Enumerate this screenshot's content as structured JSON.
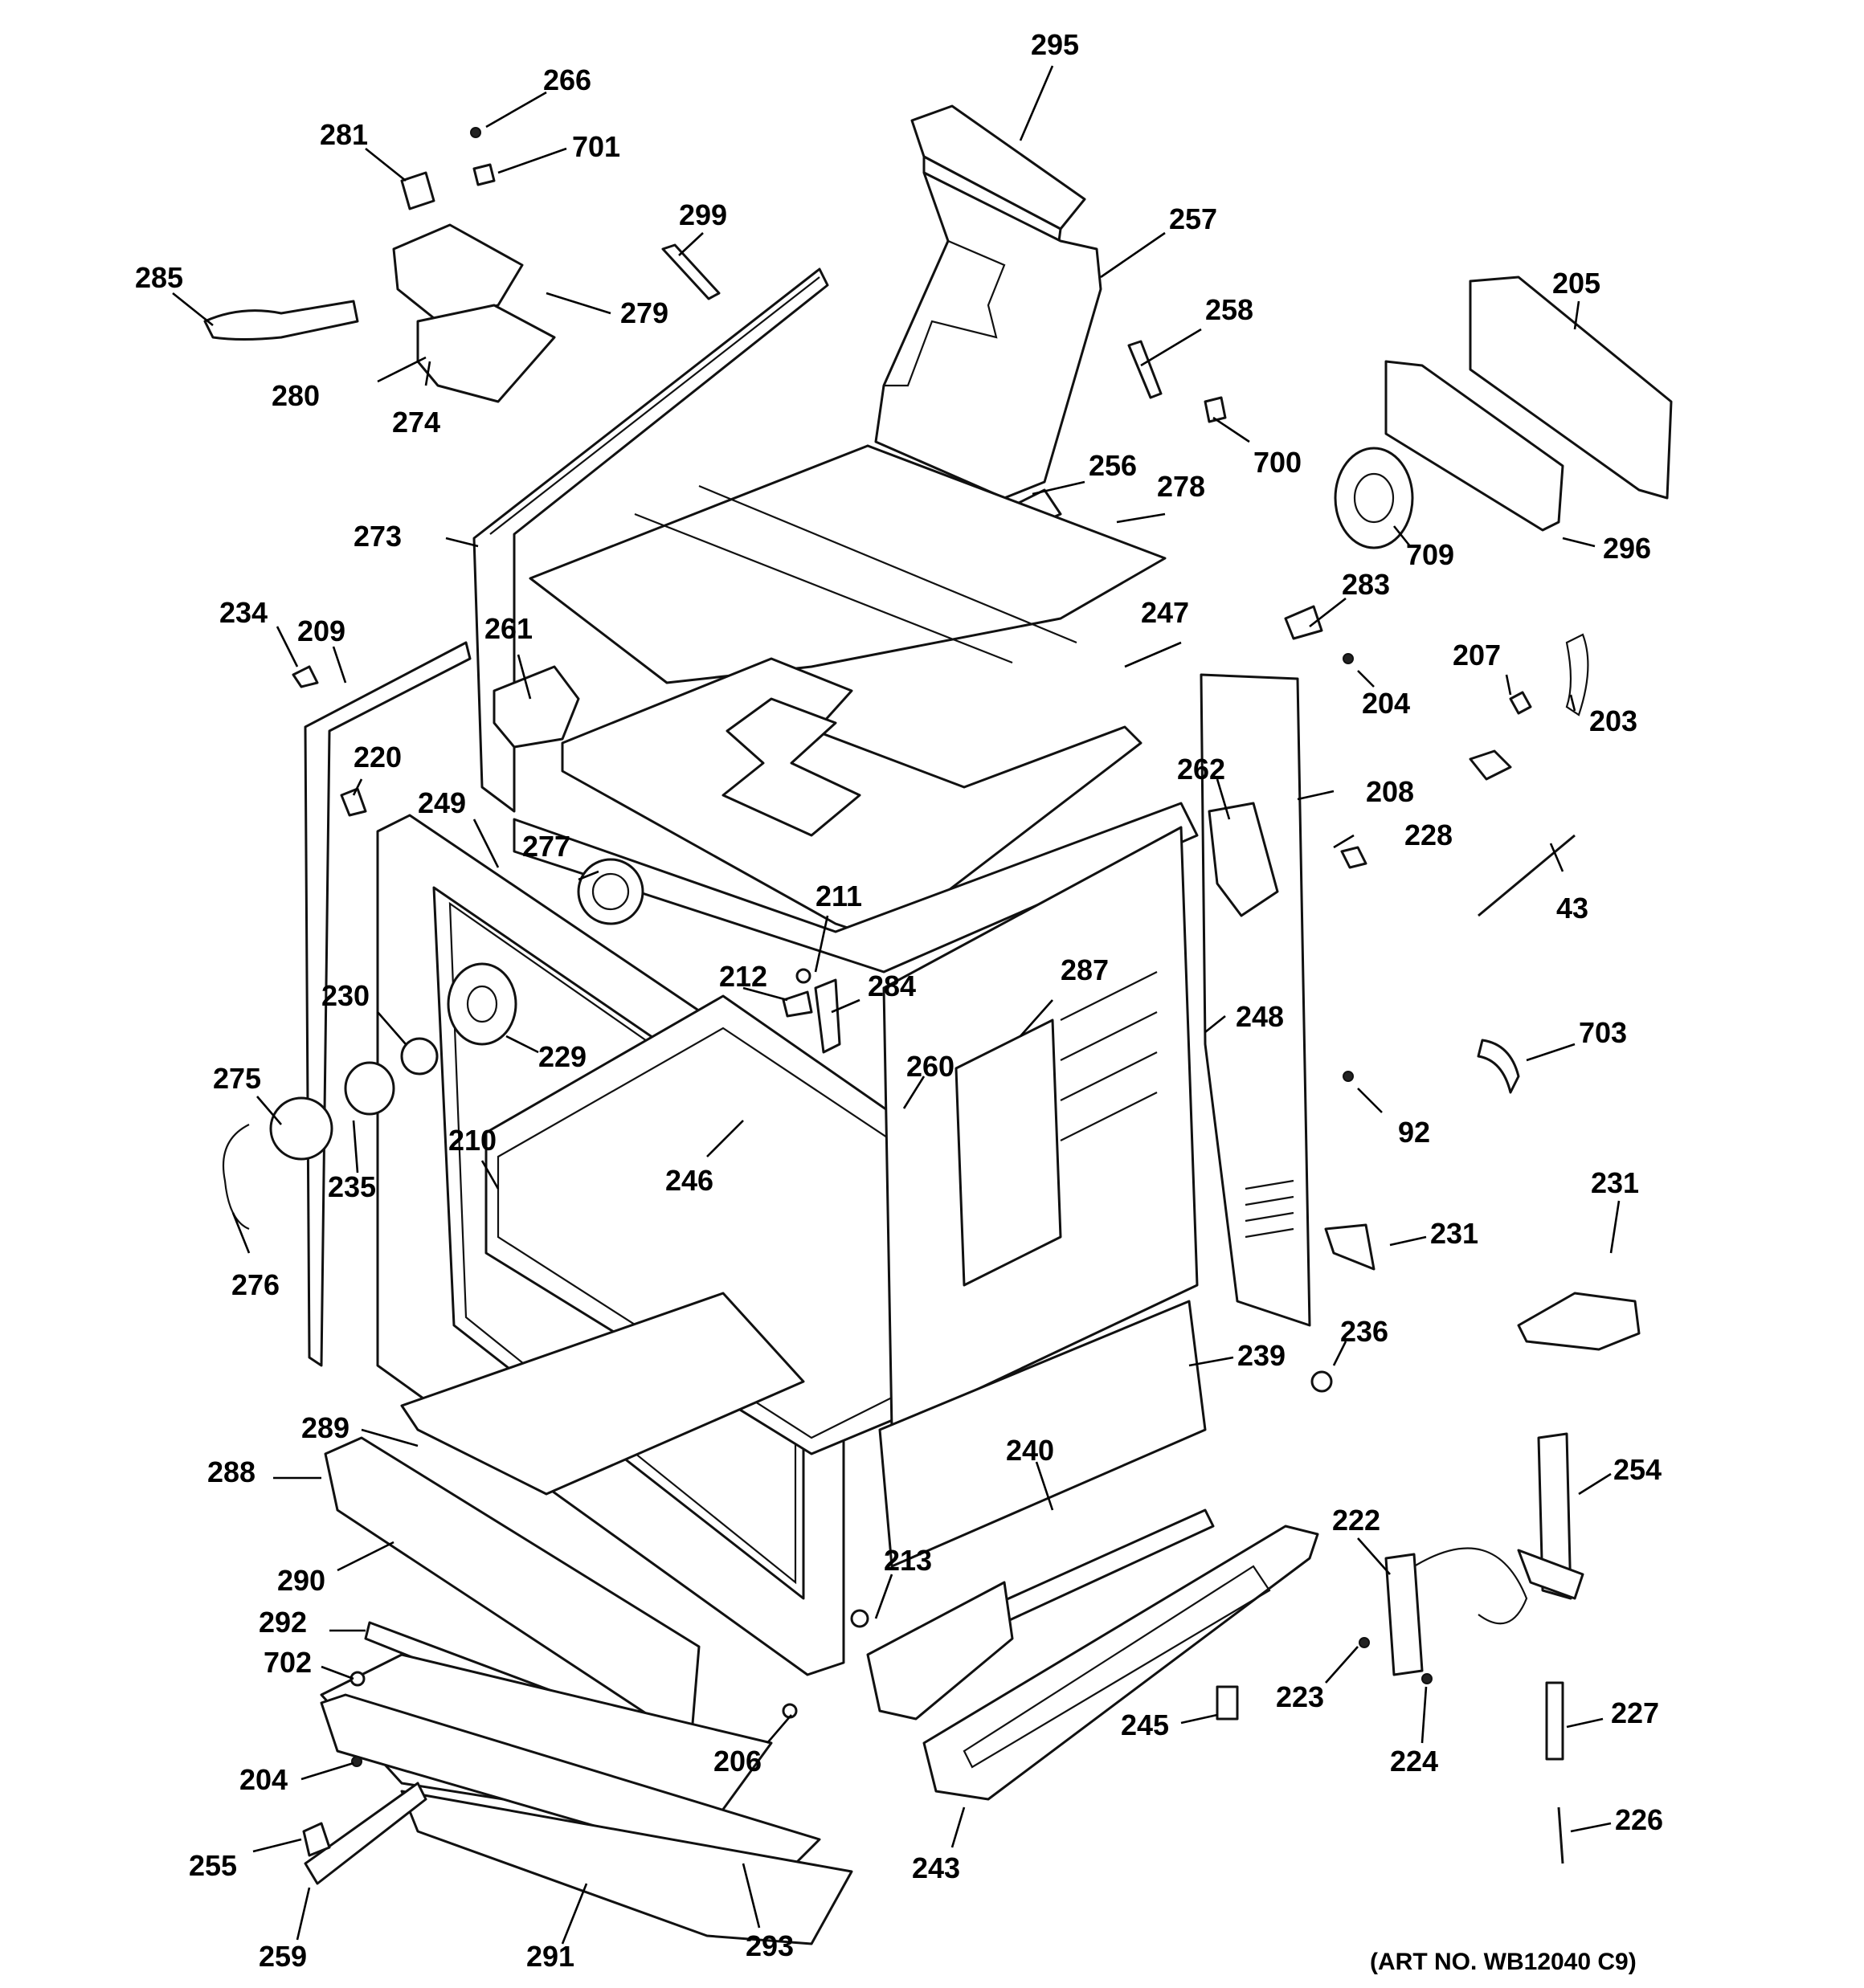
{
  "diagram": {
    "callouts": [
      {
        "id": "c295",
        "text": "295"
      },
      {
        "id": "c266",
        "text": "266"
      },
      {
        "id": "c281",
        "text": "281"
      },
      {
        "id": "c701",
        "text": "701"
      },
      {
        "id": "c299",
        "text": "299"
      },
      {
        "id": "c257",
        "text": "257"
      },
      {
        "id": "c285",
        "text": "285"
      },
      {
        "id": "c279",
        "text": "279"
      },
      {
        "id": "c205",
        "text": "205"
      },
      {
        "id": "c258",
        "text": "258"
      },
      {
        "id": "c280",
        "text": "280"
      },
      {
        "id": "c274",
        "text": "274"
      },
      {
        "id": "c700",
        "text": "700"
      },
      {
        "id": "c256",
        "text": "256"
      },
      {
        "id": "c278",
        "text": "278"
      },
      {
        "id": "c273",
        "text": "273"
      },
      {
        "id": "c709",
        "text": "709"
      },
      {
        "id": "c296",
        "text": "296"
      },
      {
        "id": "c283",
        "text": "283"
      },
      {
        "id": "c234",
        "text": "234"
      },
      {
        "id": "c209",
        "text": "209"
      },
      {
        "id": "c261",
        "text": "261"
      },
      {
        "id": "c247",
        "text": "247"
      },
      {
        "id": "c207",
        "text": "207"
      },
      {
        "id": "c204a",
        "text": "204"
      },
      {
        "id": "c203",
        "text": "203"
      },
      {
        "id": "c220",
        "text": "220"
      },
      {
        "id": "c262",
        "text": "262"
      },
      {
        "id": "c208",
        "text": "208"
      },
      {
        "id": "c249",
        "text": "249"
      },
      {
        "id": "c228",
        "text": "228"
      },
      {
        "id": "c277",
        "text": "277"
      },
      {
        "id": "c211",
        "text": "211"
      },
      {
        "id": "c43",
        "text": "43"
      },
      {
        "id": "c212",
        "text": "212"
      },
      {
        "id": "c284",
        "text": "284"
      },
      {
        "id": "c287",
        "text": "287"
      },
      {
        "id": "c230",
        "text": "230"
      },
      {
        "id": "c248",
        "text": "248"
      },
      {
        "id": "c703",
        "text": "703"
      },
      {
        "id": "c229",
        "text": "229"
      },
      {
        "id": "c260",
        "text": "260"
      },
      {
        "id": "c275",
        "text": "275"
      },
      {
        "id": "c92",
        "text": "92"
      },
      {
        "id": "c210",
        "text": "210"
      },
      {
        "id": "c235",
        "text": "235"
      },
      {
        "id": "c246",
        "text": "246"
      },
      {
        "id": "c231a",
        "text": "231"
      },
      {
        "id": "c231b",
        "text": "231"
      },
      {
        "id": "c276",
        "text": "276"
      },
      {
        "id": "c236",
        "text": "236"
      },
      {
        "id": "c239",
        "text": "239"
      },
      {
        "id": "c289",
        "text": "289"
      },
      {
        "id": "c240",
        "text": "240"
      },
      {
        "id": "c254",
        "text": "254"
      },
      {
        "id": "c288",
        "text": "288"
      },
      {
        "id": "c222",
        "text": "222"
      },
      {
        "id": "c213",
        "text": "213"
      },
      {
        "id": "c290",
        "text": "290"
      },
      {
        "id": "c292",
        "text": "292"
      },
      {
        "id": "c702",
        "text": "702"
      },
      {
        "id": "c245",
        "text": "245"
      },
      {
        "id": "c223",
        "text": "223"
      },
      {
        "id": "c227",
        "text": "227"
      },
      {
        "id": "c206",
        "text": "206"
      },
      {
        "id": "c224",
        "text": "224"
      },
      {
        "id": "c204b",
        "text": "204"
      },
      {
        "id": "c226",
        "text": "226"
      },
      {
        "id": "c255",
        "text": "255"
      },
      {
        "id": "c243",
        "text": "243"
      },
      {
        "id": "c259",
        "text": "259"
      },
      {
        "id": "c291",
        "text": "291"
      },
      {
        "id": "c293",
        "text": "293"
      }
    ],
    "art_number": "(ART NO. WB12040 C9)"
  }
}
